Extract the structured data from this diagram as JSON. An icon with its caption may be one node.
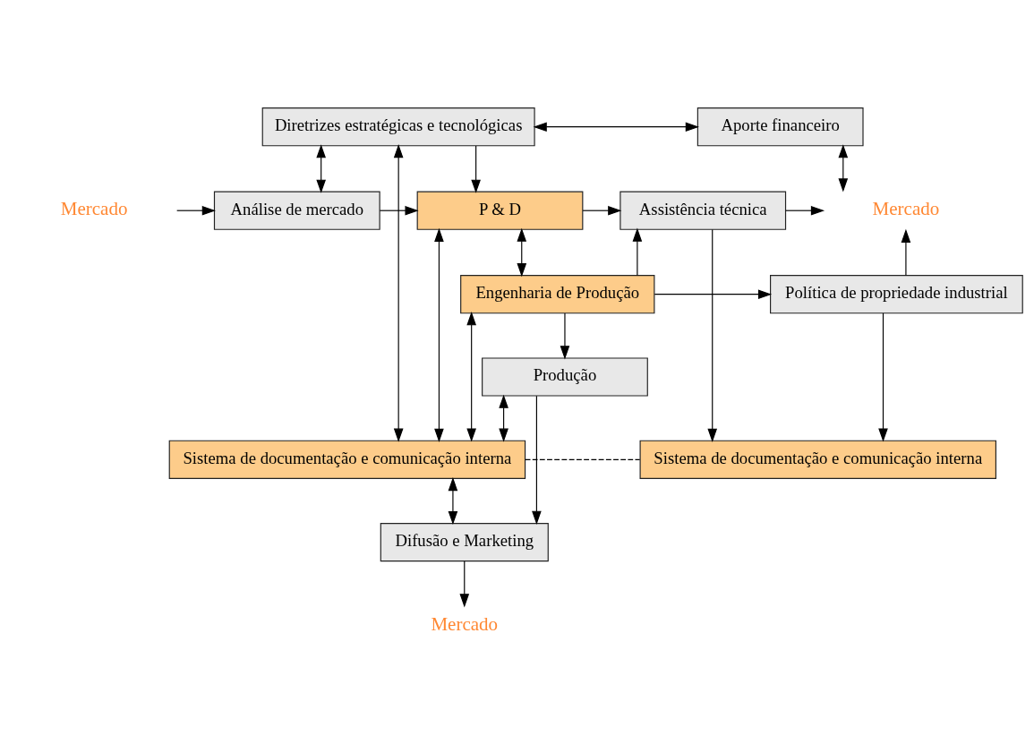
{
  "diagram": {
    "nodes": [
      {
        "text": [
          "Diretrizes estratégicas e tecnológicas"
        ]
      },
      {
        "text": [
          "Aporte financeiro"
        ]
      },
      {
        "text": [
          "Mercado"
        ]
      },
      {
        "text": [
          "Mercado"
        ]
      },
      {
        "text": [
          "Análise de mercado"
        ]
      },
      {
        "text": [
          "P & D"
        ]
      },
      {
        "text": [
          "Assistência técnica"
        ]
      },
      {
        "text": [
          "Engenharia de Produção"
        ]
      },
      {
        "text": [
          "Política de propriedade industrial"
        ]
      },
      {
        "text": [
          "Produção"
        ]
      },
      {
        "text": [
          "Sistema de documentação e comunicação interna"
        ]
      },
      {
        "text": [
          "Sistema de documentação e comunicação interna"
        ]
      },
      {
        "text": [
          "Difusão e Marketing"
        ]
      },
      {
        "text": [
          "Mercado"
        ]
      }
    ],
    "edges": [
      {
        "from": 0,
        "to": 1,
        "arrow": "both"
      },
      {
        "from": 1,
        "to": 3,
        "arrow": "both"
      },
      {
        "from": 0,
        "to": 4,
        "arrow": "both"
      },
      {
        "from": 0,
        "to": 5,
        "arrow": "to"
      },
      {
        "from": 2,
        "to": 4,
        "arrow": "to"
      },
      {
        "from": 4,
        "to": 5,
        "arrow": "to"
      },
      {
        "from": 5,
        "to": 6,
        "arrow": "to"
      },
      {
        "from": 6,
        "to": 3,
        "arrow": "to"
      },
      {
        "from": 5,
        "to": 7,
        "arrow": "both"
      },
      {
        "from": 7,
        "to": 6,
        "arrow": "to"
      },
      {
        "from": 7,
        "to": 8,
        "arrow": "to"
      },
      {
        "from": 8,
        "to": 3,
        "arrow": "to"
      },
      {
        "from": 8,
        "to": 11,
        "arrow": "to"
      },
      {
        "from": 6,
        "to": 11,
        "arrow": "to"
      },
      {
        "from": 0,
        "to": 10,
        "arrow": "both"
      },
      {
        "from": 5,
        "to": 10,
        "arrow": "both"
      },
      {
        "from": 7,
        "to": 10,
        "arrow": "both"
      },
      {
        "from": 9,
        "to": 10,
        "arrow": "both"
      },
      {
        "from": 7,
        "to": 9,
        "arrow": "to"
      },
      {
        "from": 9,
        "to": 12,
        "arrow": "to"
      },
      {
        "from": 10,
        "to": 12,
        "arrow": "both"
      },
      {
        "from": 12,
        "to": 13,
        "arrow": "to"
      },
      {
        "from": 10,
        "to": 11,
        "arrow": "none",
        "style": "dashed"
      }
    ]
  }
}
